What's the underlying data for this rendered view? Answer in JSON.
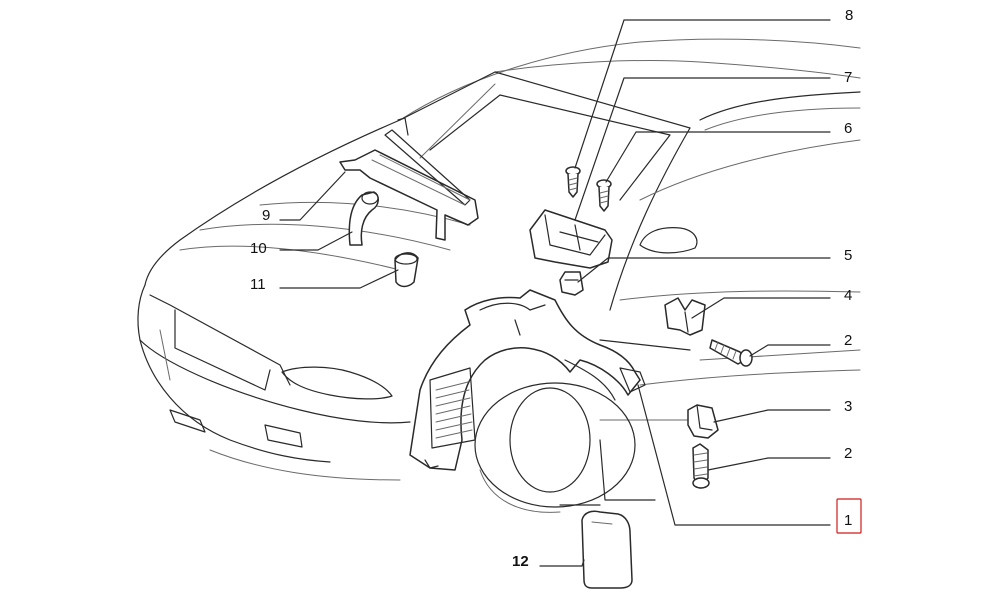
{
  "callouts": [
    {
      "id": "c8",
      "label": "8"
    },
    {
      "id": "c7",
      "label": "7"
    },
    {
      "id": "c6",
      "label": "6"
    },
    {
      "id": "c5",
      "label": "5"
    },
    {
      "id": "c4",
      "label": "4"
    },
    {
      "id": "c2a",
      "label": "2"
    },
    {
      "id": "c3",
      "label": "3"
    },
    {
      "id": "c2b",
      "label": "2"
    },
    {
      "id": "c1",
      "label": "1",
      "highlighted": true
    },
    {
      "id": "c9",
      "label": "9"
    },
    {
      "id": "c10",
      "label": "10"
    },
    {
      "id": "c11",
      "label": "11"
    },
    {
      "id": "c12",
      "label": "12"
    }
  ],
  "colors": {
    "line": "#2a2a2a",
    "highlight": "#d11a1a",
    "background": "#ffffff"
  }
}
